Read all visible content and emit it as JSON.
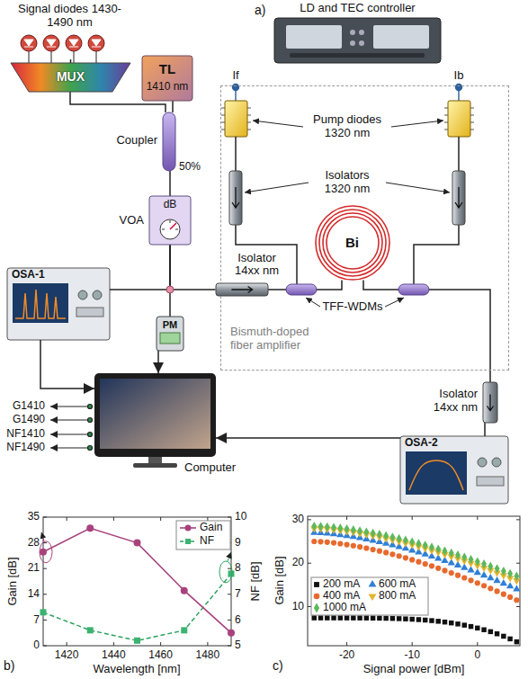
{
  "diagram": {
    "nodes": [
      {
        "text": [
          "Signal diodes 1430-1490 nm"
        ]
      },
      {
        "text": [
          "MUX"
        ]
      },
      {
        "text": [
          "TL",
          "1410 nm"
        ]
      },
      {
        "text": [
          "Coupler"
        ]
      },
      {
        "text": [
          "VOA",
          "dB"
        ]
      },
      {
        "text": [
          "OSA-1"
        ]
      },
      {
        "text": [
          "PM"
        ]
      },
      {
        "text": [
          "Computer"
        ]
      },
      {
        "text": [
          "LD and TEC controller"
        ]
      },
      {
        "text": [
          "Bismuth-doped fiber amplifier"
        ]
      },
      {
        "text": [
          "Bi"
        ],
        "in": 9
      },
      {
        "text": [
          "Isolator 14xx nm"
        ],
        "in": 9
      },
      {
        "text": [
          "Isolator 14xx nm"
        ]
      },
      {
        "text": [
          "OSA-2"
        ]
      }
    ],
    "edges": [
      {
        "from": 0,
        "to": 1,
        "arrow": "none"
      },
      {
        "from": 1,
        "to": 3,
        "arrow": "none"
      },
      {
        "from": 2,
        "to": 3,
        "arrow": "none"
      },
      {
        "from": 3,
        "to": 4,
        "arrow": "none"
      },
      {
        "from": 4,
        "to": 11,
        "arrow": "none"
      },
      {
        "from": 4,
        "to": 5,
        "arrow": "none"
      },
      {
        "from": 4,
        "to": 6,
        "arrow": "none"
      },
      {
        "from": 11,
        "to": 10,
        "arrow": "none"
      },
      {
        "from": 10,
        "to": 12,
        "arrow": "none"
      },
      {
        "from": 12,
        "to": 13,
        "arrow": "none"
      },
      {
        "from": 5,
        "to": 7,
        "arrow": "to"
      },
      {
        "from": 6,
        "to": 7,
        "arrow": "to"
      },
      {
        "from": 13,
        "to": 7,
        "arrow": "to"
      }
    ],
    "labels": [
      "a)",
      "If",
      "Ib",
      "Pump diodes 1320 nm",
      "Isolators 1320 nm",
      "TFF-WDMs",
      "50%",
      "G1410",
      "G1490",
      "NF1410",
      "NF1490",
      "b)",
      "35",
      "28",
      "21",
      "14",
      "7",
      "0",
      "Gain [dB]",
      "10",
      "9",
      "8",
      "7",
      "6",
      "5",
      "NF [dB]",
      "1420",
      "1440",
      "1460",
      "1480",
      "Wavelength [nm]",
      "c)",
      "30",
      "20",
      "10",
      "Gain [dB]",
      "-20",
      "-10",
      "0",
      "Signal power [dBm]"
    ],
    "legend": [
      {
        "text": "Gain"
      },
      {
        "text": "NF"
      },
      {
        "text": "200 mA"
      },
      {
        "text": "400 mA"
      },
      {
        "text": "600 mA"
      },
      {
        "text": "800 mA"
      },
      {
        "text": "1000 mA"
      }
    ]
  }
}
